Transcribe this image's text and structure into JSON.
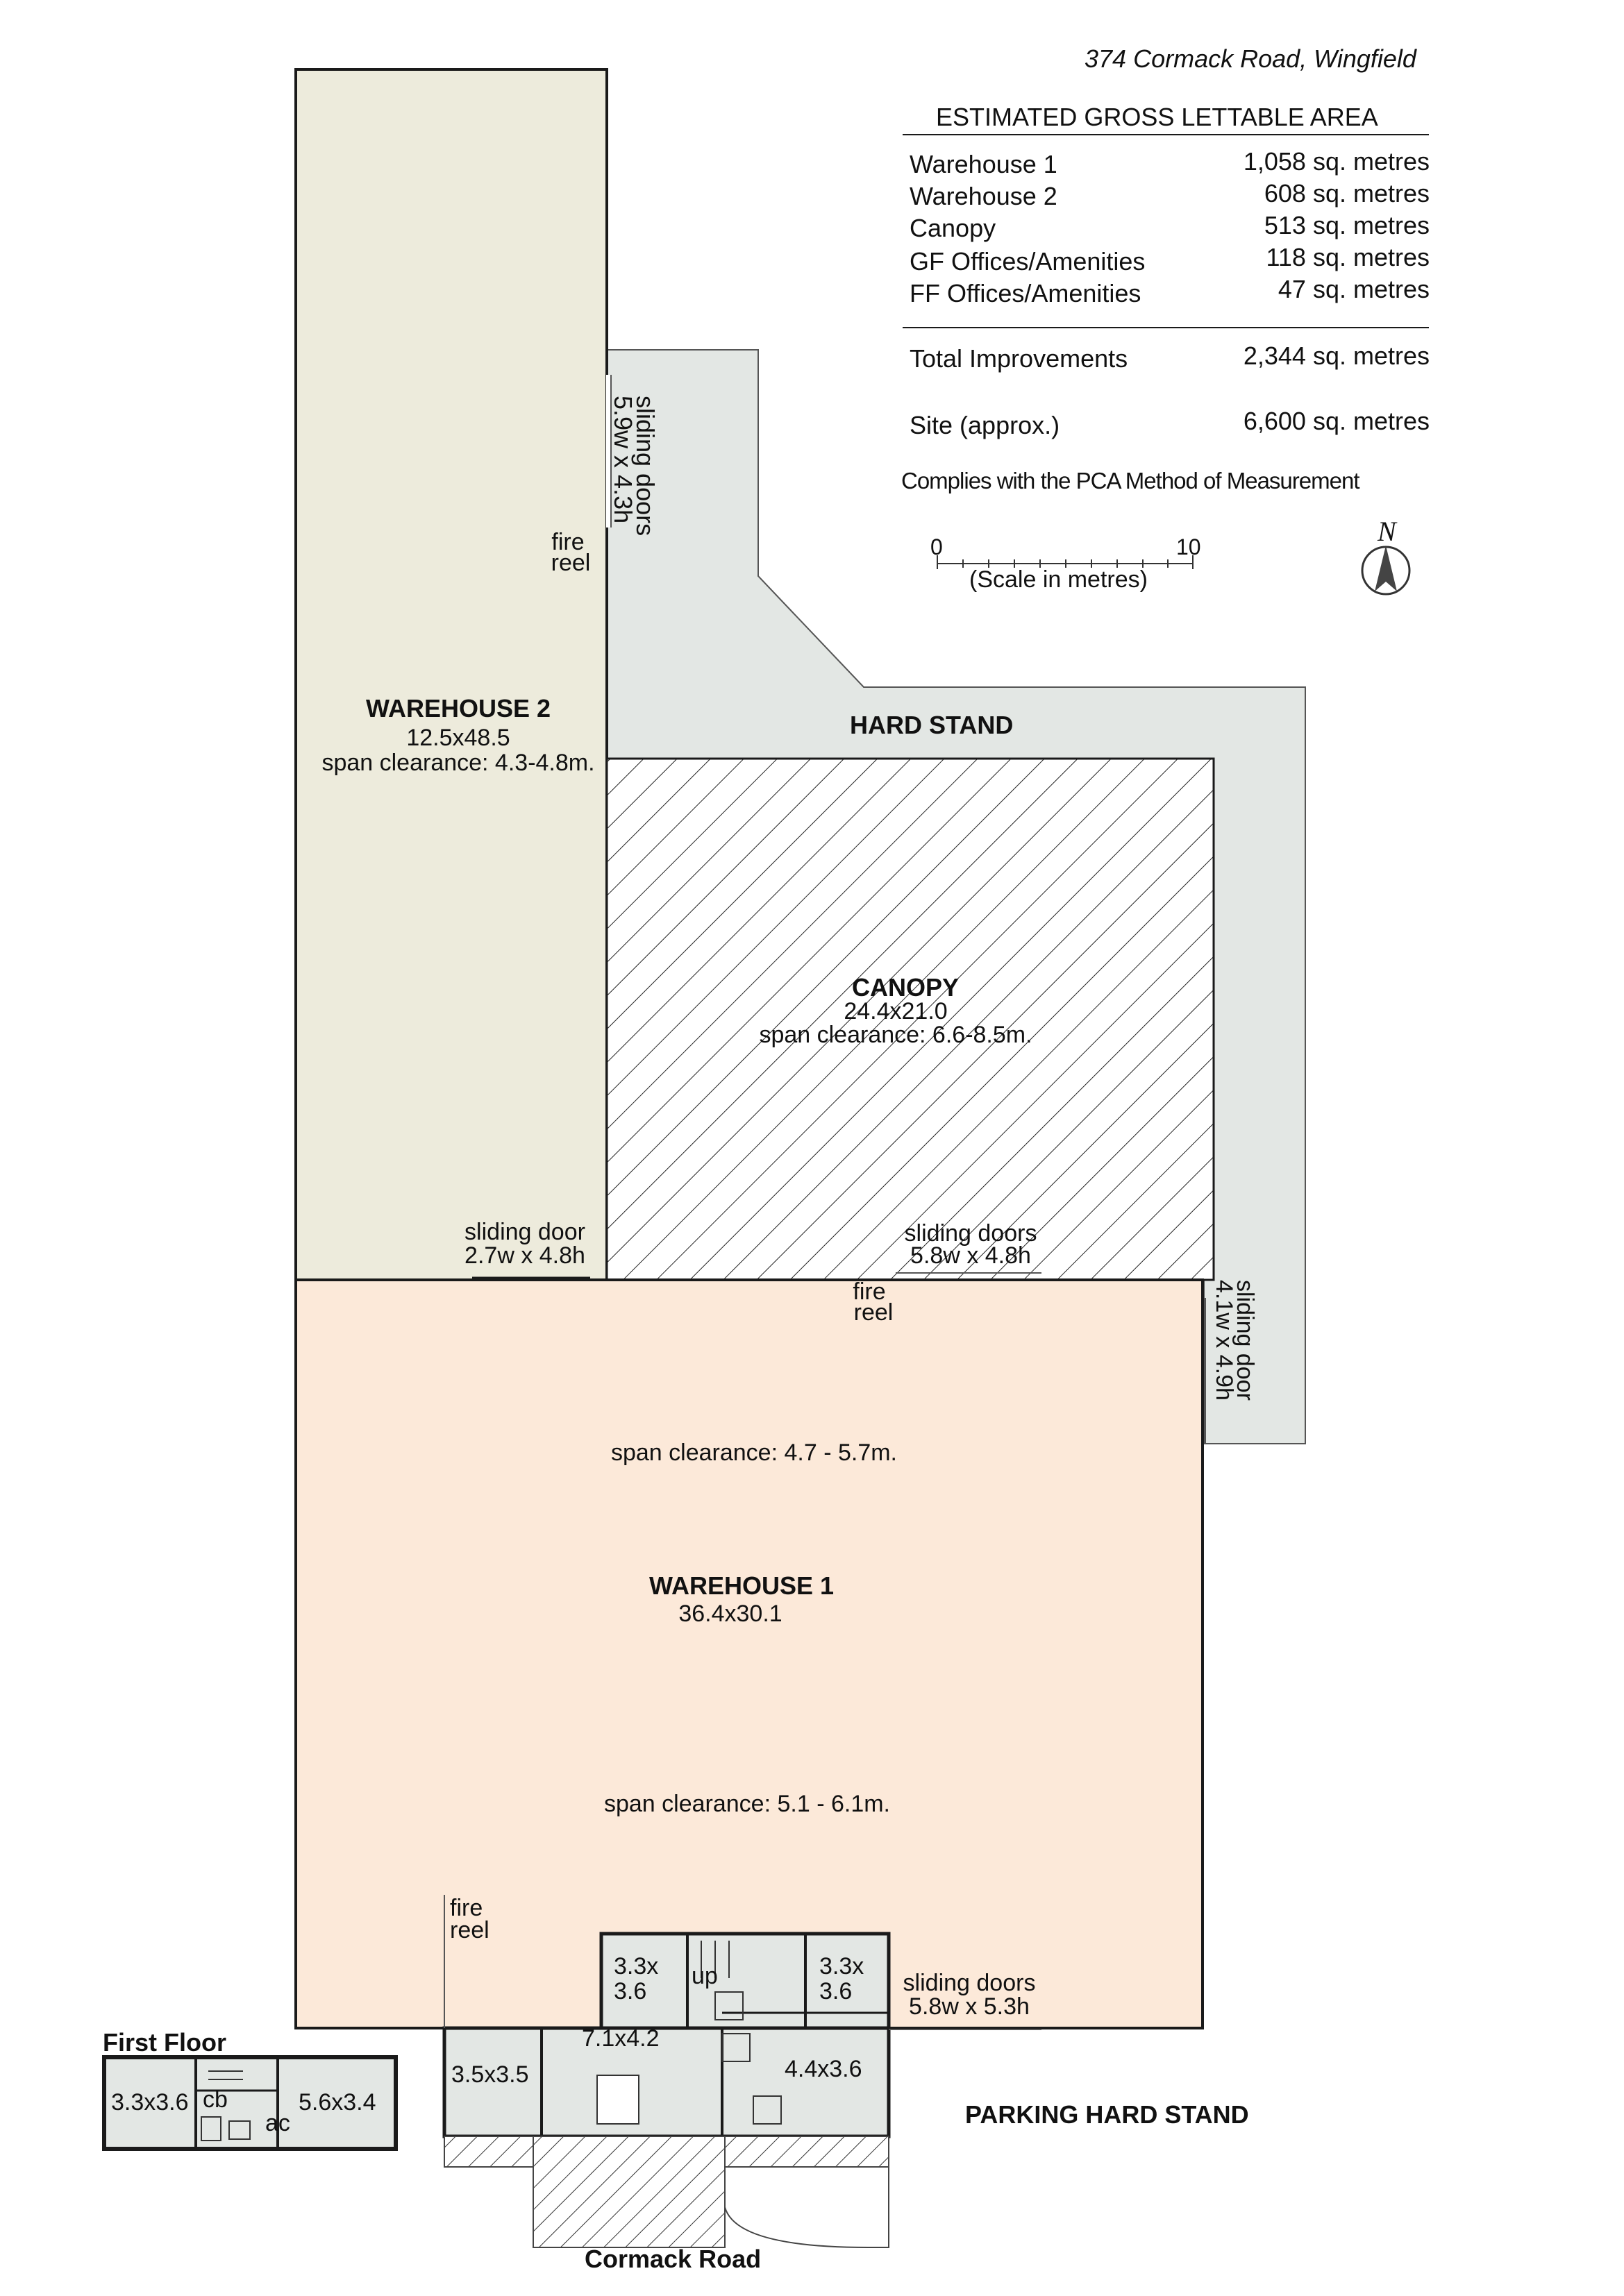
{
  "header": {
    "address": "374 Cormack Road, Wingfield"
  },
  "gla": {
    "title": "ESTIMATED GROSS LETTABLE AREA",
    "rows": [
      {
        "name": "Warehouse 1",
        "area": "1,058 sq. metres"
      },
      {
        "name": "Warehouse 2",
        "area": "608 sq. metres"
      },
      {
        "name": "Canopy",
        "area": "513 sq. metres"
      },
      {
        "name": "GF Offices/Amenities",
        "area": "118 sq. metres"
      },
      {
        "name": "FF Offices/Amenities",
        "area": "47 sq. metres"
      }
    ],
    "total": {
      "name": "Total Improvements",
      "area": "2,344 sq. metres"
    },
    "site": {
      "name": "Site (approx.)",
      "area": "6,600 sq. metres"
    },
    "compliance": "Complies with the PCA Method of Measurement"
  },
  "scale": {
    "zero": "0",
    "ten": "10",
    "caption": "(Scale in metres)"
  },
  "compass": {
    "north": "N"
  },
  "colors": {
    "warehouse2": "#EDEBDC",
    "warehouse1": "#FCE9D9",
    "hardstand": "#E3E7E4",
    "wall": "#1a1a1a"
  },
  "areas": {
    "warehouse2": {
      "title": "WAREHOUSE 2",
      "dims": "12.5x48.5",
      "clearance": "span clearance: 4.3-4.8m."
    },
    "canopy": {
      "title": "CANOPY",
      "dims": "24.4x21.0",
      "clearance": "span clearance: 6.6-8.5m."
    },
    "hardstand": {
      "title": "HARD STAND"
    },
    "warehouse1": {
      "title": "WAREHOUSE 1",
      "dims": "36.4x30.1",
      "clearance_top": "span clearance: 4.7 - 5.7m.",
      "clearance_bottom": "span clearance: 5.1 - 6.1m."
    },
    "parking": {
      "title": "PARKING HARD STAND"
    },
    "road": {
      "title": "Cormack Road"
    }
  },
  "doors": {
    "wh2_east": {
      "line1": "sliding doors",
      "line2": "5.9w x 4.3h"
    },
    "wh2_south": {
      "line1": "sliding door",
      "line2": "2.7w x 4.8h"
    },
    "canopy_south": {
      "line1": "sliding doors",
      "line2": "5.8w x 4.8h"
    },
    "wh1_east": {
      "line1": "sliding door",
      "line2": "4.1w x 4.9h"
    },
    "wh1_south": {
      "line1": "sliding doors",
      "line2": "5.8w x 5.3h"
    }
  },
  "fire_reels": {
    "line1": "fire",
    "line2": "reel"
  },
  "ground_floor": {
    "office_a_l1": "3.3x",
    "office_a_l2": "3.6",
    "office_b_l1": "3.3x",
    "office_b_l2": "3.6",
    "stair": "up",
    "office_c": "3.5x3.5",
    "reception": "7.1x4.2",
    "office_d": "4.4x3.6"
  },
  "first_floor": {
    "title": "First Floor",
    "room_a": "3.3x3.6",
    "cb": "cb",
    "room_b": "5.6x3.4",
    "ac": "ac"
  }
}
